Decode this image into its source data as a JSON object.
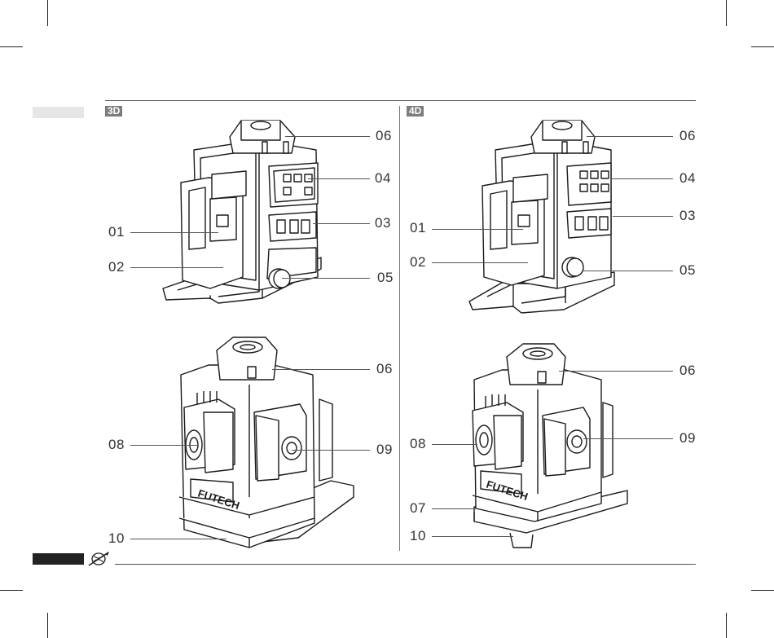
{
  "panels": [
    {
      "tag": "3D",
      "top_device": {
        "callouts": [
          {
            "label": "06"
          },
          {
            "label": "04"
          },
          {
            "label": "03"
          },
          {
            "label": "01"
          },
          {
            "label": "02"
          },
          {
            "label": "05"
          }
        ]
      },
      "bottom_device": {
        "brand": "FUTECH",
        "callouts": [
          {
            "label": "06"
          },
          {
            "label": "08"
          },
          {
            "label": "09"
          },
          {
            "label": "10"
          }
        ]
      }
    },
    {
      "tag": "4D",
      "top_device": {
        "callouts": [
          {
            "label": "06"
          },
          {
            "label": "04"
          },
          {
            "label": "03"
          },
          {
            "label": "01"
          },
          {
            "label": "02"
          },
          {
            "label": "05"
          }
        ]
      },
      "bottom_device": {
        "brand": "FUTECH",
        "callouts": [
          {
            "label": "06"
          },
          {
            "label": "09"
          },
          {
            "label": "08"
          },
          {
            "label": "07"
          },
          {
            "label": "10"
          }
        ]
      }
    }
  ],
  "colors": {
    "tag_bg": "#7d7d7d",
    "language_tab": "#e6e6e6",
    "footer_tab": "#222222"
  },
  "footer": {
    "icon": "globe-pen-icon"
  }
}
